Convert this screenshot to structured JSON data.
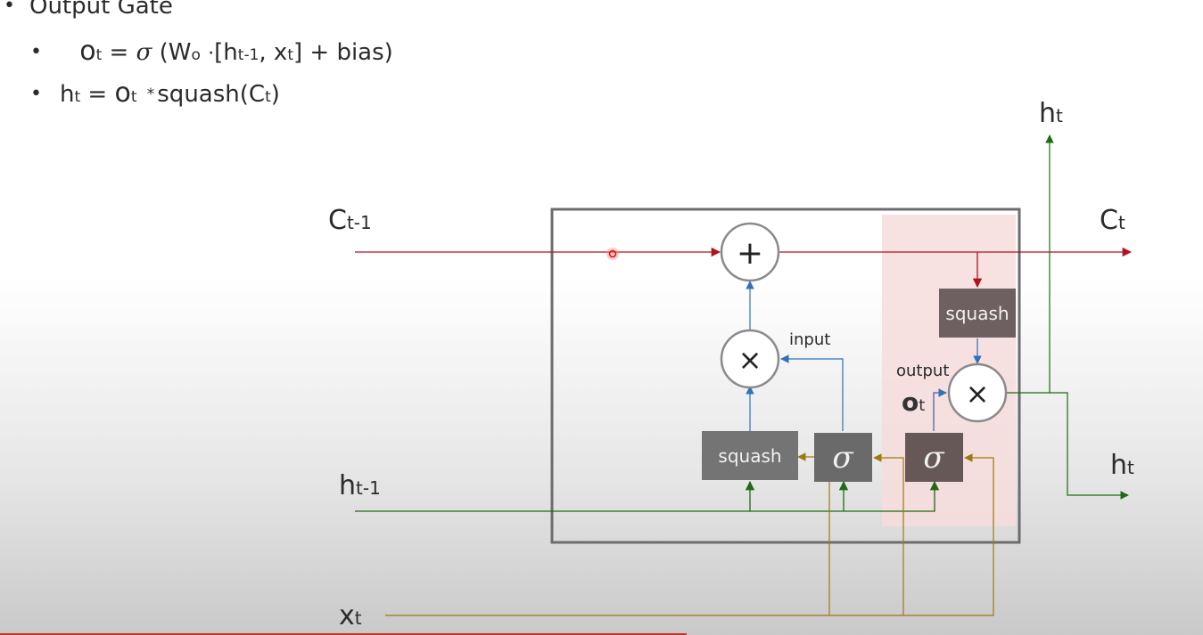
{
  "formulas": {
    "heading": "Output Gate",
    "eq1": {
      "lhs": "o",
      "lhs_sub": "t",
      "equals": "=",
      "sigma": "σ",
      "open": "(W",
      "w_sub": "o",
      "dot": "·",
      "bracket_h": "[h",
      "h_sub": "t-1",
      "comma_x": ", x",
      "x_sub": "t",
      "close": "] + bias)"
    },
    "eq2": {
      "h": "h",
      "h_sub": "t",
      "equals": "=",
      "o": "o",
      "o_sub": "t",
      "star": "*",
      "squash": "squash(C",
      "c_sub": "t",
      "close": ")"
    }
  },
  "diagram": {
    "labels": {
      "c_prev": "C",
      "c_prev_sub": "t-1",
      "c_next": "C",
      "c_next_sub": "t",
      "h_prev": "h",
      "h_prev_sub": "t-1",
      "h_top": "h",
      "h_top_sub": "t",
      "h_right": "h",
      "h_right_sub": "t",
      "x_in": "x",
      "x_in_sub": "t",
      "input": "input",
      "output": "output",
      "o_gate": "o",
      "o_gate_sub": "t"
    },
    "nodes": {
      "plus": "+",
      "times": "×",
      "squash": "squash",
      "sigma": "σ"
    },
    "colors": {
      "cell": "#b0131e",
      "hidden": "#1e6b14",
      "input": "#9c7a12",
      "gate": "#2e72b8",
      "box": "#6d6d6d",
      "node": "#747474",
      "node_dark": "#6e6060",
      "highlight": "#f6dcdc"
    }
  }
}
